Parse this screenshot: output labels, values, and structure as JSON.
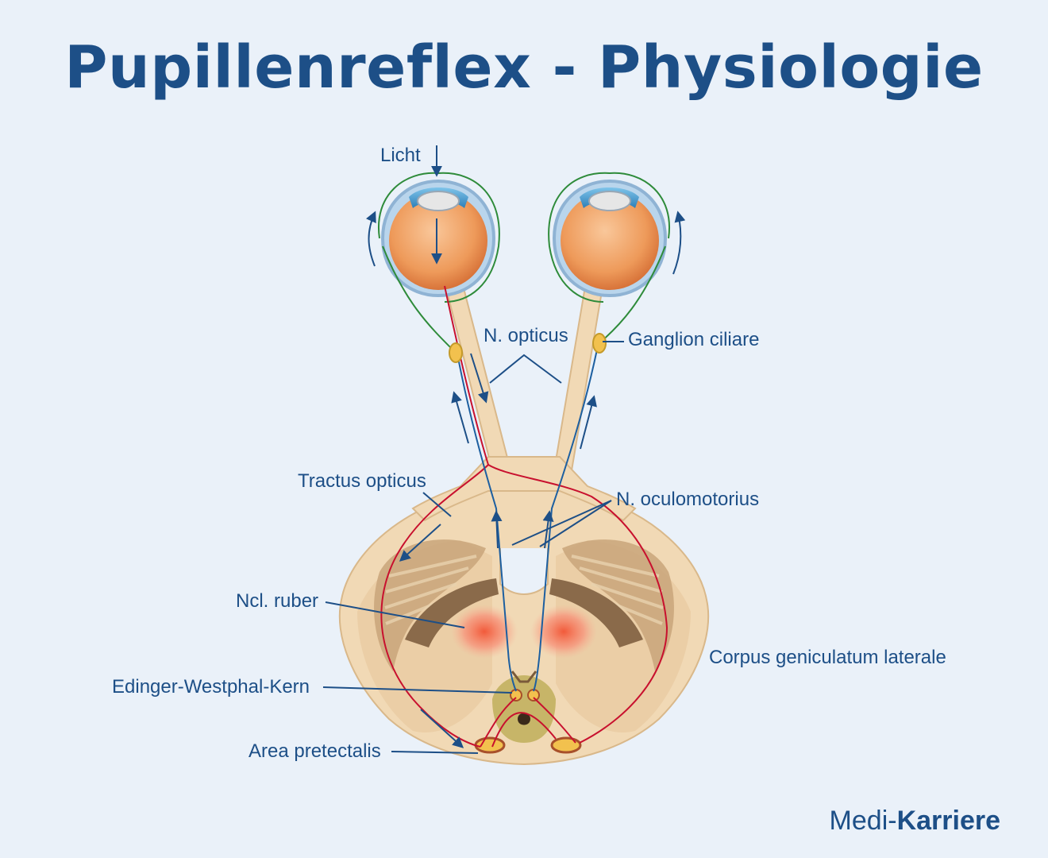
{
  "title": "Pupillenreflex - Physiologie",
  "labels": {
    "licht": "Licht",
    "n_opticus": "N. opticus",
    "ganglion_ciliare": "Ganglion ciliare",
    "tractus_opticus": "Tractus opticus",
    "n_oculomotorius": "N. oculomotorius",
    "ncl_ruber": "Ncl. ruber",
    "corpus_geniculatum": "Corpus geniculatum laterale",
    "edinger_westphal": "Edinger-Westphal-Kern",
    "area_pretectalis": "Area pretectalis"
  },
  "brand": {
    "prefix": "Medi-",
    "name": "Karriere"
  },
  "colors": {
    "background": "#eaf1f9",
    "text": "#1d4f87",
    "nerve_tissue": "#f1d9b5",
    "afferent_path": "#c8102e",
    "efferent_path": "#1d5fa0",
    "parasympathetic": "#2e8b3a"
  }
}
